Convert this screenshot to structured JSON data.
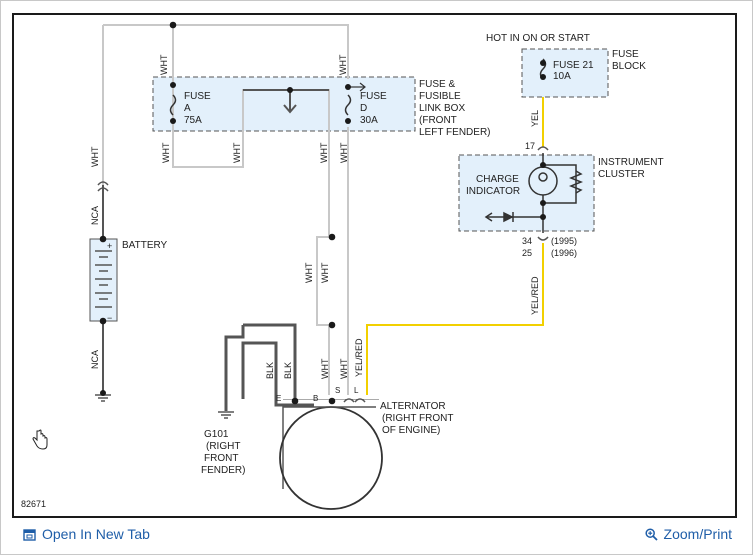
{
  "diagram": {
    "figure_id": "82671",
    "labels": {
      "hot_in": "HOT IN ON OR START",
      "fuse_block": [
        "FUSE",
        "BLOCK"
      ],
      "fuse21": [
        "FUSE 21",
        "10A"
      ],
      "fusible_box": [
        "FUSE &",
        "FUSIBLE",
        "LINK BOX",
        "(FRONT",
        "LEFT FENDER)"
      ],
      "fuse_a": [
        "FUSE",
        "A",
        "75A"
      ],
      "fuse_d": [
        "FUSE",
        "D",
        "30A"
      ],
      "instrument_cluster": [
        "INSTRUMENT",
        "CLUSTER"
      ],
      "charge_indicator": [
        "CHARGE",
        "INDICATOR"
      ],
      "battery": "BATTERY",
      "alternator": [
        "ALTERNATOR",
        "(RIGHT FRONT",
        "OF ENGINE)"
      ],
      "ground": [
        "G101",
        "(RIGHT",
        "FRONT",
        "FENDER)"
      ],
      "pin17": "17",
      "pin34": "34",
      "pin25": "25",
      "year1995": "(1995)",
      "year1996": "(1996)",
      "term_e": "E",
      "term_b": "B",
      "term_s": "S",
      "term_l": "L",
      "plus": "+",
      "minus": "−"
    },
    "wires": {
      "wht": "WHT",
      "nca": "NCA",
      "yel": "YEL",
      "yelred": "YEL/RED",
      "blk": "BLK"
    }
  },
  "colors": {
    "wire_gray": "#c8c8c8",
    "wire_dark": "#555555",
    "wire_yellow": "#f2d000",
    "box_fill": "#e3f0fb"
  },
  "footer": {
    "open_label": "Open In New Tab",
    "zoom_label": "Zoom/Print"
  }
}
